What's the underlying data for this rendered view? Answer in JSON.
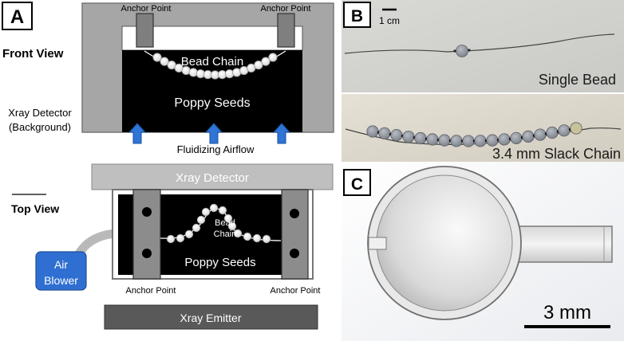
{
  "panel_a": {
    "label": "A",
    "front_view": {
      "title": "Front View",
      "anchor_left": "Anchor Point",
      "anchor_right": "Anchor Point",
      "bead_chain_label": "Bead Chain",
      "poppy_seeds_label": "Poppy Seeds",
      "detector_line1": "Xray Detector",
      "detector_line2": "(Background)",
      "airflow_label": "Fluidizing Airflow"
    },
    "top_view": {
      "title": "Top View",
      "detector_label": "Xray Detector",
      "bead_label_line1": "Bead",
      "bead_label_line2": "Chain",
      "poppy_seeds_label": "Poppy Seeds",
      "blower_line1": "Air",
      "blower_line2": "Blower",
      "anchor_left": "Anchor Point",
      "anchor_right": "Anchor Point",
      "emitter_label": "Xray Emitter"
    }
  },
  "panel_b": {
    "label": "B",
    "scale_label": "1 cm",
    "single_bead_label": "Single Bead",
    "slack_chain_label": "3.4 mm Slack Chain"
  },
  "panel_c": {
    "label": "C",
    "scale_label": "3 mm"
  },
  "colors": {
    "frame_gray": "#a6a6a6",
    "anchor_gray": "#7f7f7f",
    "seed_black": "#000000",
    "arrow_blue": "#2e75d6",
    "blower_blue": "#2f6fd1",
    "emitter_dark": "#595959",
    "detector_light": "#bfbfbf",
    "photo_bg": "#dcdcd8"
  }
}
